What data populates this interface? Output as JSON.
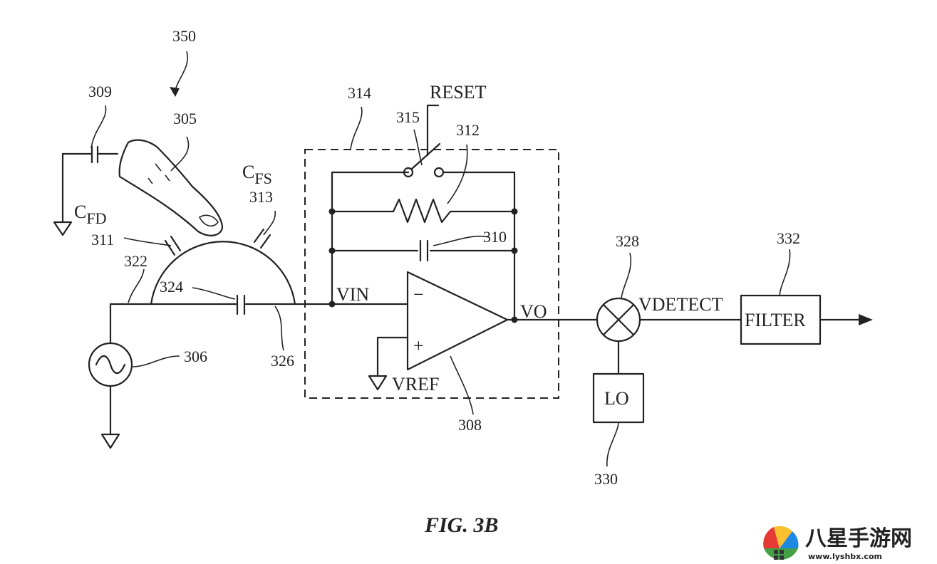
{
  "figure": {
    "caption": "FIG. 3B"
  },
  "refs": {
    "r350": "350",
    "r309": "309",
    "r305": "305",
    "r314": "314",
    "r315": "315",
    "r312": "312",
    "r313": "313",
    "r311": "311",
    "r322": "322",
    "r324": "324",
    "r326": "326",
    "r306": "306",
    "r310": "310",
    "r308": "308",
    "r328": "328",
    "r332": "332",
    "r330": "330"
  },
  "signals": {
    "reset": "RESET",
    "vin": "VIN",
    "vo": "VO",
    "vref": "VREF",
    "vdetect": "VDETECT",
    "cfs_main": "C",
    "cfs_sub": "FS",
    "cfd_main": "C",
    "cfd_sub": "FD",
    "minus": "−",
    "plus": "+"
  },
  "blocks": {
    "filter": "FILTER",
    "lo": "LO"
  },
  "watermark": {
    "title": "八星手游网",
    "url": "www.lyshbx.com"
  },
  "colors": {
    "line": "#222222",
    "background": "#ffffff"
  }
}
